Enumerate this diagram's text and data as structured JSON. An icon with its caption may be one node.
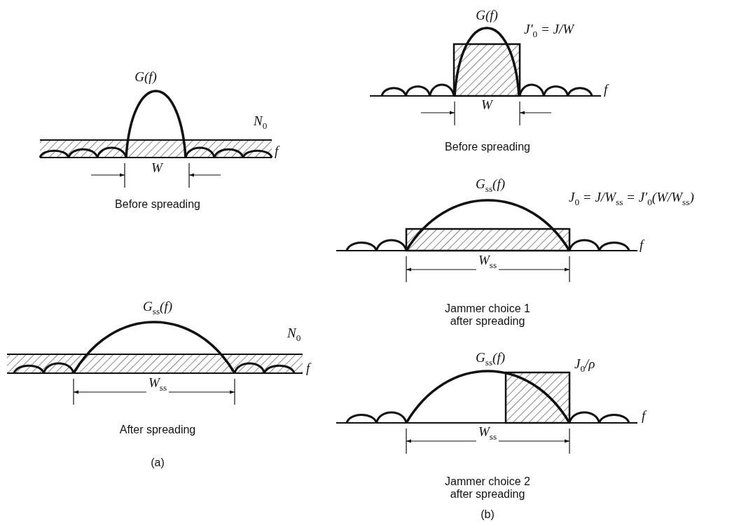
{
  "diagram": {
    "labels": [
      "G(f)",
      "J'$_{0}$ = J/W",
      "f",
      "W",
      "Before spreading",
      "G(f)",
      "N$_{0}$",
      "f",
      "W",
      "Before spreading",
      "G$_{ss}$(f)",
      "J$_{0}$ = J/W$_{ss}$ = J'$_{0}$(W/W$_{ss}$)",
      "f",
      "W$_{ss}$",
      "Jammer choice 1 after spreading",
      "G$_{ss}$(f)",
      "N$_{0}$",
      "f",
      "W$_{ss}$",
      "After spreading",
      "(a)",
      "G$_{ss}$(f)",
      "J$_{0}$/ρ",
      "f",
      "W$_{ss}$",
      "Jammer choice 2 after spreading",
      "(b)"
    ]
  }
}
